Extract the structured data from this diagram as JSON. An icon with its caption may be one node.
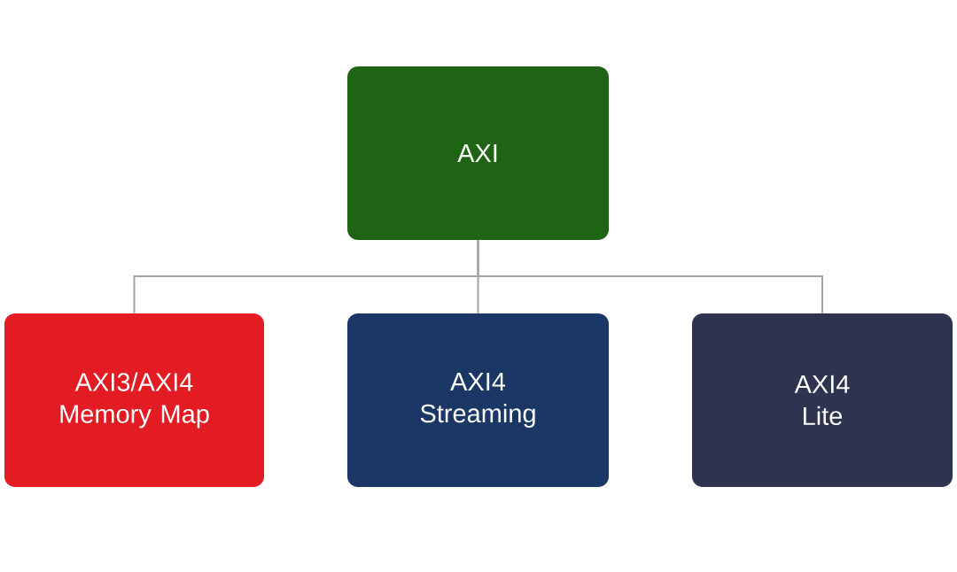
{
  "diagram": {
    "nodes": [
      {
        "text": [
          "AXI"
        ]
      },
      {
        "text": [
          "AXI3/AXI4 Memory Map"
        ]
      },
      {
        "text": [
          "AXI4 Streaming"
        ]
      },
      {
        "text": [
          "AXI4 Lite"
        ]
      }
    ],
    "edges": [
      {
        "from": 0,
        "to": 1,
        "arrow": "none"
      },
      {
        "from": 0,
        "to": 2,
        "arrow": "none"
      },
      {
        "from": 0,
        "to": 3,
        "arrow": "none"
      }
    ]
  }
}
